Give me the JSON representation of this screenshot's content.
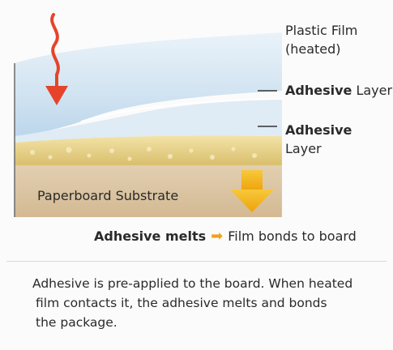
{
  "labels": {
    "plastic_film_line1": "Plastic Film",
    "plastic_film_line2": "(heated)",
    "adhesive_layer_1_bold": "Adhesive",
    "adhesive_layer_1_rest": " Layer",
    "adhesive_layer_2_bold": "Adhesive",
    "adhesive_layer_2_rest": "Layer",
    "substrate": "Paperboard Substrate"
  },
  "caption": {
    "left": "Adhesive melts",
    "arrow": "➡",
    "right": "Film bonds to board"
  },
  "note": {
    "line1": "Adhesive is pre-applied to the board. When heated",
    "line2": "film contacts it, the adhesive melts and bonds",
    "line3": "the package."
  },
  "colors": {
    "heat_arrow": "#e5442b",
    "down_arrow": "#f3b20f",
    "film": "#cfe3f2",
    "adhesive": "#e8d38c",
    "board": "#d9c2a0"
  }
}
